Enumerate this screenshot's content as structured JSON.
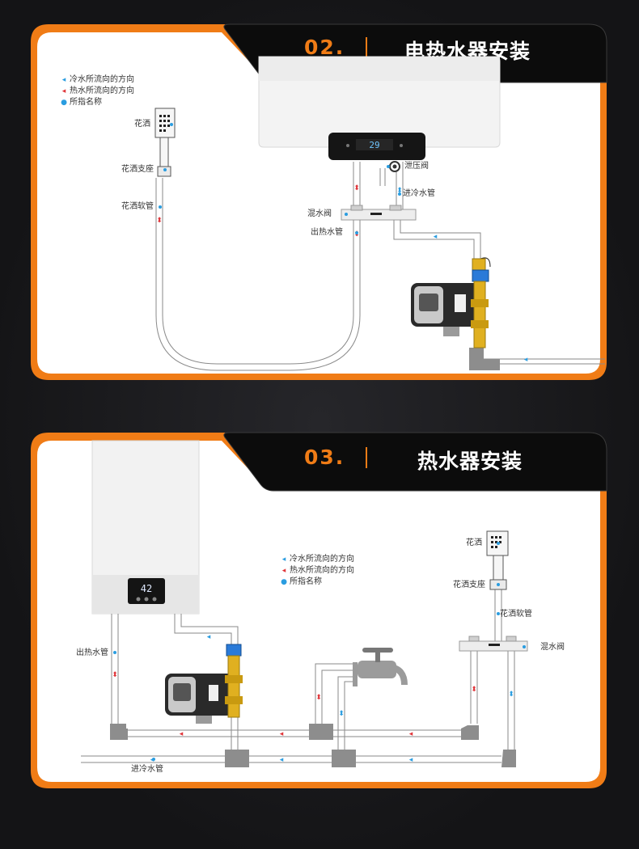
{
  "section1": {
    "number": "02.",
    "title": "电热水器安装",
    "legend": {
      "cold": "冷水所流向的方向",
      "hot": "热水所流向的方向",
      "point": "所指名称"
    },
    "labels": {
      "shower_head": "花洒",
      "shower_holder": "花洒支座",
      "shower_hose": "花洒软管",
      "relief_valve": "泄压阀",
      "cold_inlet": "进冷水管",
      "mixing_valve": "混水阀",
      "hot_outlet": "出热水管"
    },
    "display": "29"
  },
  "section2": {
    "number": "03.",
    "title": "热水器安装",
    "legend": {
      "cold": "冷水所流向的方向",
      "hot": "热水所流向的方向",
      "point": "所指名称"
    },
    "labels": {
      "shower_head": "花洒",
      "shower_holder": "花洒支座",
      "shower_hose": "花洒软管",
      "mixing_valve": "混水阀",
      "hot_outlet": "出热水管",
      "cold_inlet": "进冷水管"
    },
    "display": "42"
  },
  "colors": {
    "accent": "#f07c16",
    "cold_arrow": "#2a9de0",
    "hot_arrow": "#e0353a",
    "pipe": "#d4d4d4",
    "pipe_outline": "#8a8a8a",
    "fitting": "#8d8d8d",
    "brass": "#e0b020"
  }
}
